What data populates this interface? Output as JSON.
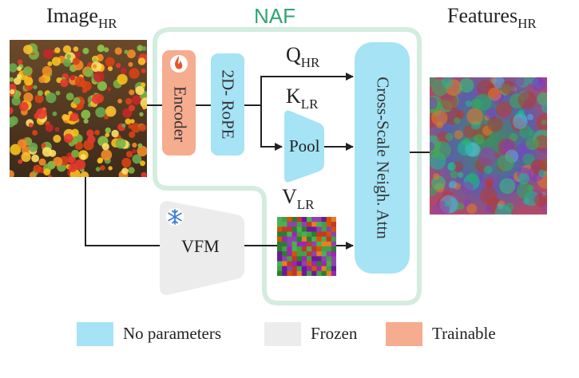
{
  "title": "NAF",
  "image_label": {
    "main": "Image",
    "sub": "HR"
  },
  "features_label": {
    "main": "Features",
    "sub": "HR"
  },
  "q_label": {
    "main": "Q",
    "sub": "HR"
  },
  "k_label": {
    "main": "K",
    "sub": "LR"
  },
  "v_label": {
    "main": "V",
    "sub": "LR"
  },
  "blocks": {
    "encoder": "Encoder",
    "rope": "2D- RoPE",
    "pool": "Pool",
    "attn": "Cross-Scale Neigh. Attn",
    "vfm": "VFM"
  },
  "icons": {
    "encoder": "fire-icon",
    "vfm": "snowflake-icon"
  },
  "legend": [
    {
      "label": "No parameters",
      "color": "#a5e3f5"
    },
    {
      "label": "Frozen",
      "color": "#ececec"
    },
    {
      "label": "Trainable",
      "color": "#f6ac8f"
    }
  ],
  "colors": {
    "no_params": "#a5e3f5",
    "frozen": "#ececec",
    "trainable": "#f6ac8f",
    "naf_outline": "#d3ecdf",
    "naf_text": "#2fa572"
  }
}
